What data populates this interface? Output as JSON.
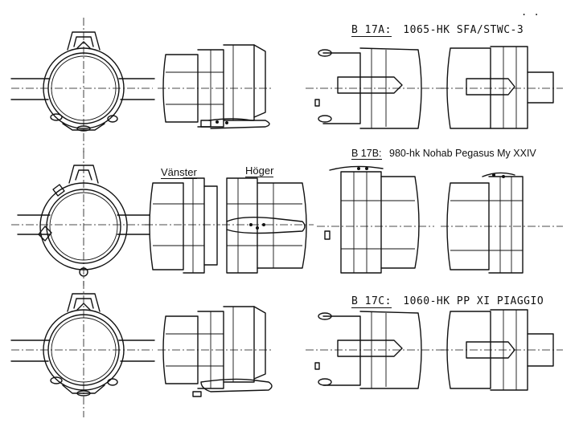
{
  "variants": [
    {
      "code": "B 17A:",
      "engine": "1065-HK SFA/STWC-3",
      "style": "hand"
    },
    {
      "code": "B 17B:",
      "engine": "980-hk Nohab Pegasus My XXIV",
      "style": "print"
    },
    {
      "code": "B 17C:",
      "engine": "1060-HK PP XI PIAGGIO",
      "style": "hand"
    }
  ],
  "side_labels": {
    "left": "Vänster",
    "right": "Höger"
  },
  "corner_mark": ". ."
}
